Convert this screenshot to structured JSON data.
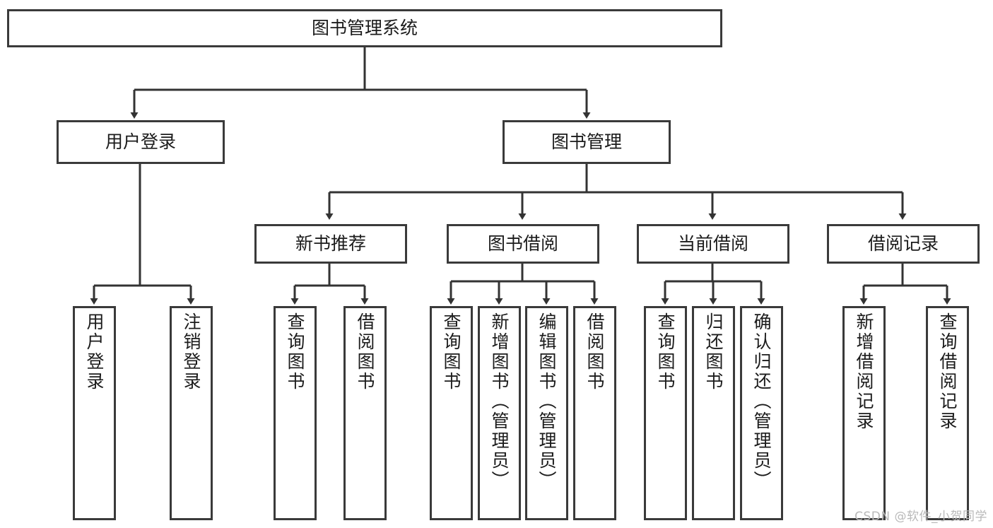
{
  "diagram": {
    "type": "tree-hierarchy",
    "title": "图书管理系统",
    "watermark": "CSDN @软件_小贺同学",
    "colors": {
      "box_border": "#3a3a3a",
      "box_fill": "#ffffff",
      "connector": "#333333",
      "text": "#1b1b1b",
      "watermark": "#b9b9b9"
    },
    "nodes": {
      "root": {
        "label": "图书管理系统"
      },
      "level2": [
        {
          "id": "user-login",
          "label": "用户登录"
        },
        {
          "id": "book-management",
          "label": "图书管理"
        }
      ],
      "level3": [
        {
          "id": "new-book-recommend",
          "label": "新书推荐"
        },
        {
          "id": "book-borrow",
          "label": "图书借阅"
        },
        {
          "id": "current-borrow",
          "label": "当前借阅"
        },
        {
          "id": "borrow-record",
          "label": "借阅记录"
        }
      ],
      "leaves": {
        "user-login": [
          {
            "id": "leaf-user-login",
            "label": "用户登录"
          },
          {
            "id": "leaf-logout",
            "label": "注销登录"
          }
        ],
        "new-book-recommend": [
          {
            "id": "leaf-query-book-1",
            "label": "查询图书"
          },
          {
            "id": "leaf-borrow-book-1",
            "label": "借阅图书"
          }
        ],
        "book-borrow": [
          {
            "id": "leaf-query-book-2",
            "label": "查询图书"
          },
          {
            "id": "leaf-add-book",
            "label": "新增图书（管理员）"
          },
          {
            "id": "leaf-edit-book",
            "label": "编辑图书（管理员）"
          },
          {
            "id": "leaf-borrow-book-2",
            "label": "借阅图书"
          }
        ],
        "current-borrow": [
          {
            "id": "leaf-query-book-3",
            "label": "查询图书"
          },
          {
            "id": "leaf-return-book",
            "label": "归还图书"
          },
          {
            "id": "leaf-confirm-return",
            "label": "确认归还（管理员）"
          }
        ],
        "borrow-record": [
          {
            "id": "leaf-add-record",
            "label": "新增借阅记录"
          },
          {
            "id": "leaf-query-record",
            "label": "查询借阅记录"
          }
        ]
      }
    }
  }
}
